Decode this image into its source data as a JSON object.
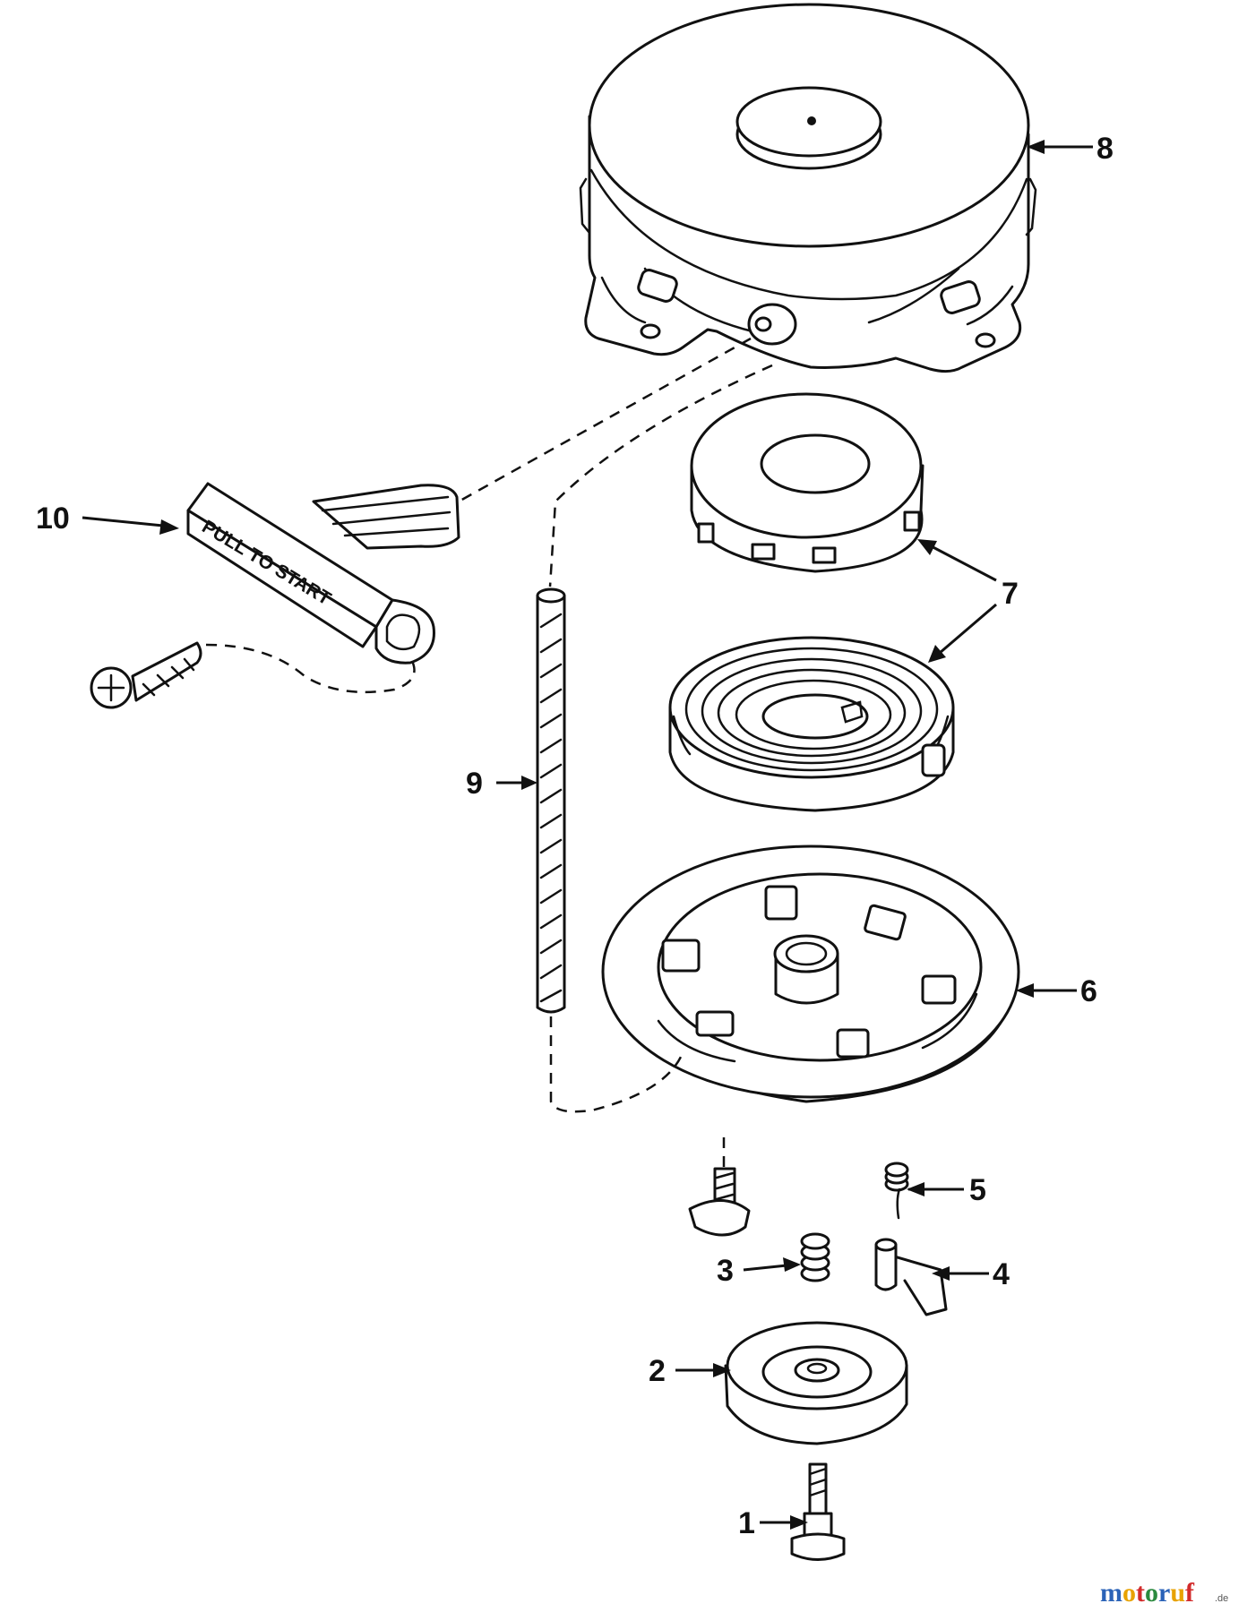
{
  "parts": [
    {
      "number": "1",
      "name": "screw"
    },
    {
      "number": "2",
      "name": "cup"
    },
    {
      "number": "3",
      "name": "spring"
    },
    {
      "number": "4",
      "name": "pawl"
    },
    {
      "number": "5",
      "name": "spring"
    },
    {
      "number": "6",
      "name": "pulley"
    },
    {
      "number": "7",
      "name": "recoil spring and keeper"
    },
    {
      "number": "8",
      "name": "housing"
    },
    {
      "number": "9",
      "name": "starter rope"
    },
    {
      "number": "10",
      "name": "handle"
    }
  ],
  "handle_text": "PULL TO START",
  "watermark": {
    "letters": [
      "m",
      "o",
      "t",
      "o",
      "r",
      "u",
      "f"
    ],
    "letter_colors": [
      "#2b63b8",
      "#e8a200",
      "#d22b2b",
      "#2b8a3e",
      "#2b63b8",
      "#e8a200",
      "#d22b2b"
    ],
    "suffix": ".de"
  },
  "colors": {
    "line": "#111111",
    "background": "#ffffff"
  }
}
